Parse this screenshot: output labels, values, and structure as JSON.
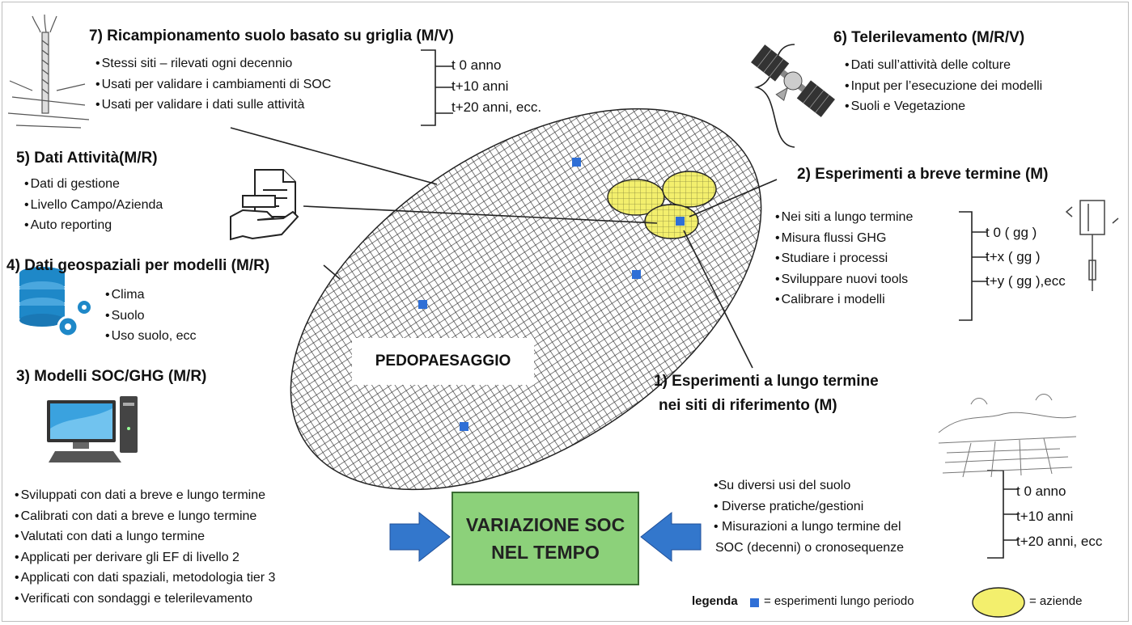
{
  "sections": {
    "s7": {
      "title": "7) Ricampionamento suolo basato su griglia (M/V)",
      "bullets": [
        "Stessi siti – rilevati ogni decennio",
        "Usati per validare i cambiamenti di SOC",
        "Usati per validare i dati sulle attività"
      ],
      "times": [
        "t 0 anno",
        "t+10 anni",
        "t+20 anni, ecc."
      ]
    },
    "s6": {
      "title": "6) Telerilevamento (M/R/V)",
      "bullets": [
        "Dati sull’attività delle colture",
        "Input per l’esecuzione dei modelli",
        "Suoli e Vegetazione"
      ]
    },
    "s5": {
      "title": "5) Dati Attività(M/R)",
      "bullets": [
        "Dati di gestione",
        "Livello Campo/Azienda",
        "Auto reporting"
      ]
    },
    "s4": {
      "title": "4) Dati geospaziali per modelli (M/R)",
      "bullets": [
        "Clima",
        "Suolo",
        "Uso suolo, ecc"
      ]
    },
    "s3": {
      "title": "3) Modelli SOC/GHG (M/R)",
      "bullets": [
        "Sviluppati con dati a breve e lungo termine",
        "Calibrati con dati a breve e lungo termine",
        "Valutati con dati a lungo termine",
        "Applicati per derivare gli EF di livello 2",
        "Applicati con dati spaziali, metodologia tier 3",
        "Verificati con sondaggi e telerilevamento"
      ]
    },
    "s2": {
      "title": "2) Esperimenti a breve termine (M)",
      "bullets": [
        "Nei siti a lungo termine",
        "Misura flussi GHG",
        "Studiare i processi",
        "Sviluppare nuovi tools",
        "Calibrare i modelli"
      ],
      "times": [
        "t 0 ( gg )",
        "t+x ( gg )",
        "t+y ( gg ),ecc"
      ]
    },
    "s1": {
      "title_line1": "1) Esperimenti a lungo termine",
      "title_line2": "nei siti di riferimento (M)",
      "bullets": [
        "Su diversi usi del suolo",
        "Diverse pratiche/gestioni",
        "Misurazioni a lungo termine del",
        "SOC (decenni) o cronosequenze"
      ],
      "times": [
        "t 0 anno",
        "t+10 anni",
        "t+20 anni, ecc"
      ]
    }
  },
  "center": {
    "pedopaesaggio": "PEDOPAESAGGIO",
    "box_line1": "VARIAZIONE SOC",
    "box_line2": "NEL TEMPO"
  },
  "legend": {
    "label": "legenda",
    "eq1": "= esperimenti lungo periodo",
    "eq2": "= aziende"
  },
  "colors": {
    "site_marker": "#2f6fd6",
    "farm_fill": "#f3ef6d",
    "box_fill": "#8cd17a",
    "arrow": "#3377cc"
  },
  "icons": [
    "soil-auger-icon",
    "satellite-icon",
    "document-hand-icon",
    "database-gear-icon",
    "desktop-computer-icon",
    "landscape-icon",
    "chamber-icon"
  ]
}
